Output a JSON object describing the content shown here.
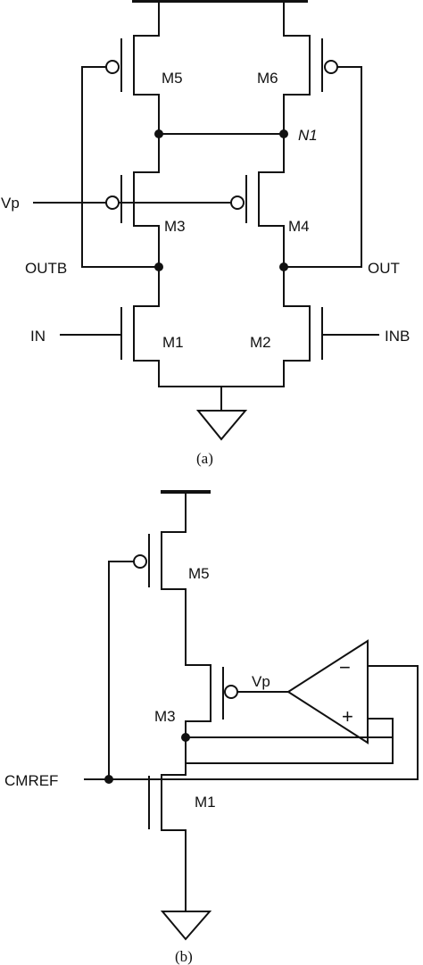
{
  "circuit_a": {
    "transistors": {
      "m1": "M1",
      "m2": "M2",
      "m3": "M3",
      "m4": "M4",
      "m5": "M5",
      "m6": "M6"
    },
    "nodes": {
      "vp": "Vp",
      "n1": "N1",
      "outb": "OUTB",
      "out": "OUT",
      "in": "IN",
      "inb": "INB"
    },
    "caption": "(a)"
  },
  "circuit_b": {
    "transistors": {
      "m5": "M5",
      "m3": "M3",
      "m1": "M1"
    },
    "nodes": {
      "vp": "Vp",
      "cmref": "CMREF"
    },
    "opamp": {
      "minus": "−",
      "plus": "+"
    },
    "caption": "(b)"
  }
}
